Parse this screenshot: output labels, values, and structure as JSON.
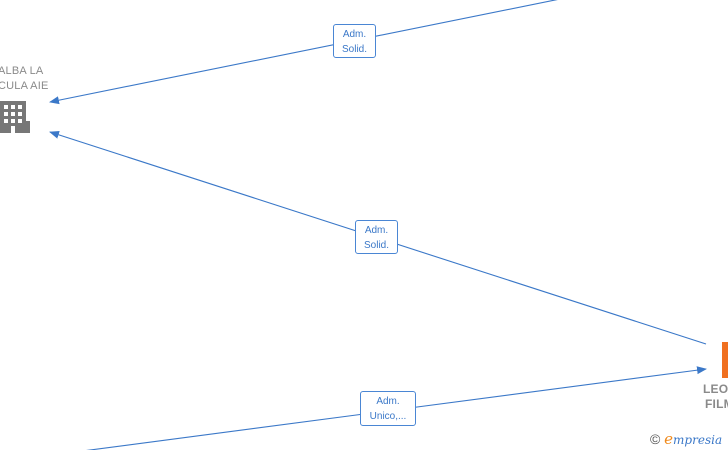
{
  "nodes": {
    "alba": {
      "line1": "ALBA LA",
      "line2": "CULA AIE",
      "icon": "building-icon",
      "color": "#777777"
    },
    "leo": {
      "line1": "LEO",
      "line2": "FILM",
      "icon": "building-icon",
      "color": "#f07020"
    }
  },
  "edges": [
    {
      "line1": "Adm.",
      "line2": "Solid."
    },
    {
      "line1": "Adm.",
      "line2": "Solid."
    },
    {
      "line1": "Adm.",
      "line2": "Unico,..."
    }
  ],
  "footer": {
    "copyright": "©",
    "brand_e": "e",
    "brand_rest": "mpresia"
  },
  "colors": {
    "edge": "#3b78c8",
    "label_border": "#4a86d4",
    "node_text": "#8a8a8a"
  }
}
